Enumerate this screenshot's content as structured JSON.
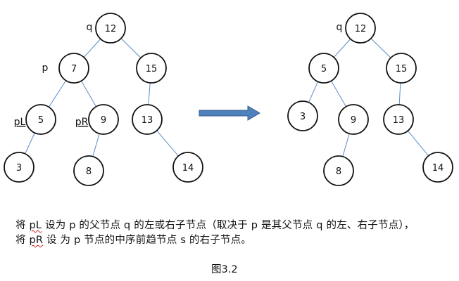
{
  "left_tree": {
    "nodes": [
      {
        "id": "L12",
        "label": "12"
      },
      {
        "id": "L7",
        "label": "7"
      },
      {
        "id": "L15",
        "label": "15"
      },
      {
        "id": "L5",
        "label": "5"
      },
      {
        "id": "L9",
        "label": "9"
      },
      {
        "id": "L13",
        "label": "13"
      },
      {
        "id": "L3",
        "label": "3"
      },
      {
        "id": "L8",
        "label": "8"
      },
      {
        "id": "L14",
        "label": "14"
      }
    ],
    "edges": [
      [
        "L12",
        "L7"
      ],
      [
        "L12",
        "L15"
      ],
      [
        "L7",
        "L5"
      ],
      [
        "L7",
        "L9"
      ],
      [
        "L15",
        "L13"
      ],
      [
        "L5",
        "L3"
      ],
      [
        "L9",
        "L8"
      ],
      [
        "L13",
        "L14"
      ]
    ],
    "tags": {
      "q": "q",
      "p": "p",
      "pL": "pL",
      "pR": "pR"
    }
  },
  "right_tree": {
    "nodes": [
      {
        "id": "R12",
        "label": "12"
      },
      {
        "id": "R5",
        "label": "5"
      },
      {
        "id": "R15",
        "label": "15"
      },
      {
        "id": "R3",
        "label": "3"
      },
      {
        "id": "R9",
        "label": "9"
      },
      {
        "id": "R13",
        "label": "13"
      },
      {
        "id": "R8",
        "label": "8"
      },
      {
        "id": "R14",
        "label": "14"
      }
    ],
    "edges": [
      [
        "R12",
        "R5"
      ],
      [
        "R12",
        "R15"
      ],
      [
        "R5",
        "R3"
      ],
      [
        "R5",
        "R9"
      ],
      [
        "R15",
        "R13"
      ],
      [
        "R9",
        "R8"
      ],
      [
        "R13",
        "R14"
      ]
    ],
    "tags": {
      "q": "q"
    }
  },
  "colors": {
    "edge": "#5b8ec9",
    "node_stroke": "#111111",
    "arrow_fill": "#4f81bd",
    "arrow_stroke": "#385d8a"
  },
  "caption": {
    "line1": {
      "a": "将 ",
      "pl": "pL",
      "b": " 设为 p 的父节点 q 的左或右子节点（取决于 p 是其父节点 q 的左、右子节点），"
    },
    "line2": {
      "a": "将 ",
      "pr": "pR",
      "b": " 设 为 p 节点的中序前趋节点 s 的右子节点。"
    }
  },
  "figure_label": "图3.2"
}
